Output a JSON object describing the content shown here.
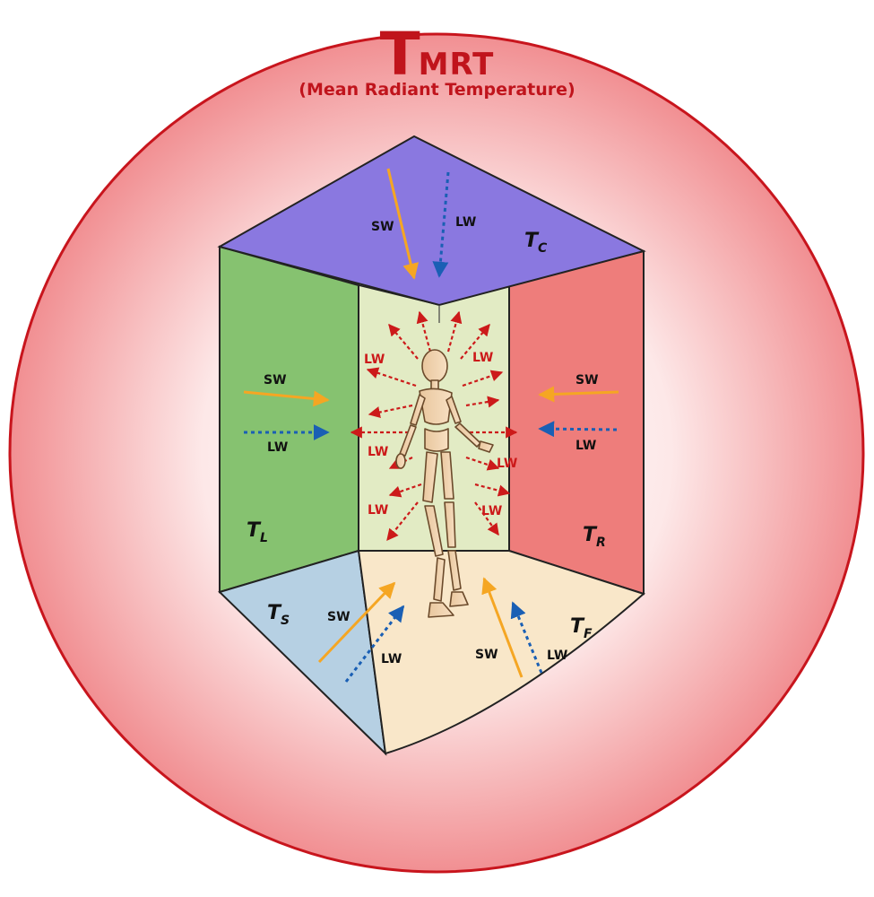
{
  "title": {
    "symbol": "T",
    "subscript": "MRT",
    "subtitle": "(Mean Radiant Temperature)"
  },
  "surfaces": {
    "ceiling": {
      "symbol": "T",
      "subscript": "C"
    },
    "left": {
      "symbol": "T",
      "subscript": "L"
    },
    "right": {
      "symbol": "T",
      "subscript": "R"
    },
    "side": {
      "symbol": "T",
      "subscript": "S"
    },
    "floor": {
      "symbol": "T",
      "subscript": "F"
    }
  },
  "radiation_labels": {
    "sw": "SW",
    "lw": "LW"
  },
  "colors": {
    "title": "#c0141c",
    "ceiling": "#8a78e0",
    "left_wall": "#86c270",
    "right_wall": "#ee7d7b",
    "back_wall": "#e2ebc4",
    "side_floor": "#b6d0e3",
    "floor": "#f9e7c9",
    "sw_arrow": "#f5a623",
    "lw_arrow": "#1a5fb4",
    "emitted_lw": "#cc1a1a",
    "sphere_edge": "#c8151d"
  }
}
